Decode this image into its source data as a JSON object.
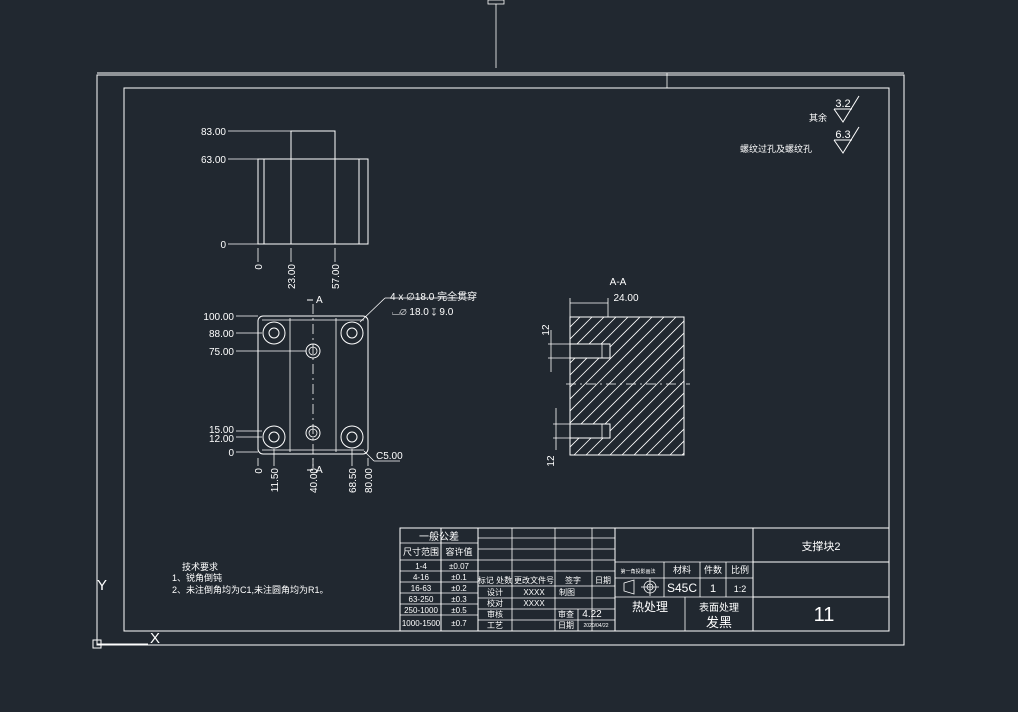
{
  "drawing": {
    "section_label": "A-A",
    "section_mark": "A",
    "hole_callout_line1": "4 x ∅18.0  完全贯穿",
    "hole_callout_line2": "⌴∅ 18.0  ↧ 9.0",
    "chamfer": "C5.00",
    "section_depth": "24.00",
    "section_dim_a": "12",
    "section_dim_b": "12",
    "roughness_top_value": "3.2",
    "roughness_top_label": "其余",
    "roughness_bottom_value": "6.3",
    "roughness_bottom_label": "螺纹过孔及螺纹孔",
    "top_view": {
      "y_dims": [
        "83.00",
        "63.00",
        "0"
      ],
      "x_dims": [
        "0",
        "23.00",
        "57.00"
      ]
    },
    "front_view": {
      "y_dims": [
        "100.00",
        "88.00",
        "75.00",
        "15.00",
        "12.00",
        "0"
      ],
      "x_dims": [
        "0",
        "11.50",
        "40.00",
        "68.50",
        "80.00"
      ]
    }
  },
  "tech_notes": {
    "title": "技术要求",
    "line1": "1、锐角倒钝",
    "line2": "2、未注倒角均为C1,未注圆角均为R1。"
  },
  "tolerance_table": {
    "title": "一般公差",
    "header_size": "尺寸范围",
    "header_tol": "容许值",
    "rows": [
      [
        "1-4",
        "±0.07"
      ],
      [
        "4-16",
        "±0.1"
      ],
      [
        "16-63",
        "±0.2"
      ],
      [
        "63-250",
        "±0.3"
      ],
      [
        "250-1000",
        "±0.5"
      ],
      [
        "1000-1500",
        "±0.7"
      ]
    ]
  },
  "sign_table": {
    "headers": [
      "标记 处数",
      "更改文件号",
      "签字",
      "日期"
    ],
    "design_label": "设计",
    "design_value": "XXXX",
    "design_status": "制图",
    "check_label": "校对",
    "check_value": "XXXX",
    "review_label": "审核",
    "review_value": "审查",
    "date_value": "4.22",
    "process_label": "工艺",
    "date_label": "日期",
    "date_value2": "2020/04/22"
  },
  "title_block": {
    "part_name": "支撑块2",
    "projection_label": "第一角投影画法",
    "material_label": "材料",
    "material": "S45C",
    "qty_label": "件数",
    "qty": "1",
    "scale_label": "比例",
    "scale": "1:2",
    "heat_label": "热处理",
    "surface_label": "表面处理",
    "surface_value": "发黑",
    "drawing_no": "11"
  },
  "ucs": {
    "y_label": "Y",
    "x_label": "X"
  }
}
